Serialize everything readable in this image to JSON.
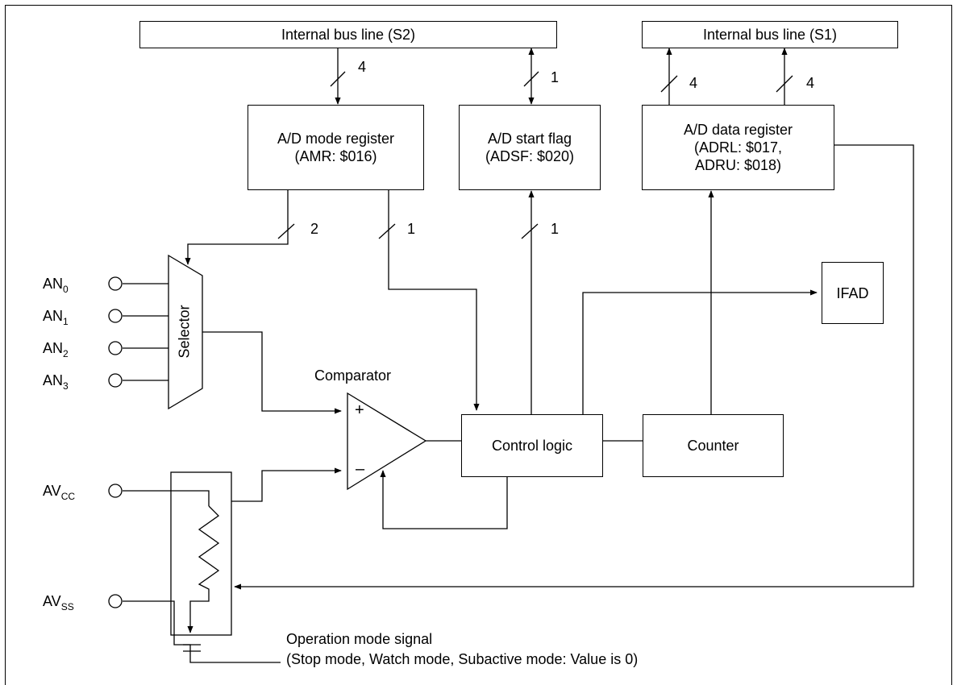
{
  "blocks": {
    "bus_s2": "Internal bus line (S2)",
    "bus_s1": "Internal bus line (S1)",
    "amr": "A/D mode register\n(AMR:  $016)",
    "adsf": "A/D start flag\n(ADSF: $020)",
    "adr": "A/D data register\n(ADRL:  $017,\nADRU:  $018)",
    "ifad": "IFAD",
    "control": "Control logic",
    "counter": "Counter",
    "selector": "Selector",
    "comparator": "Comparator"
  },
  "bus_widths": {
    "s2_to_amr": "4",
    "s2_adsf": "1",
    "adr_to_s1_left": "4",
    "adr_to_s1_right": "4",
    "amr_to_selector": "2",
    "amr_to_control": "1",
    "control_to_adsf": "1"
  },
  "comparator_inputs": {
    "plus": "+",
    "minus": "–"
  },
  "pins": {
    "an0": {
      "base": "AN",
      "sub": "0"
    },
    "an1": {
      "base": "AN",
      "sub": "1"
    },
    "an2": {
      "base": "AN",
      "sub": "2"
    },
    "an3": {
      "base": "AN",
      "sub": "3"
    },
    "avcc": {
      "base": "AV",
      "sub": "CC"
    },
    "avss": {
      "base": "AV",
      "sub": "SS"
    }
  },
  "note": {
    "line1": "Operation mode signal",
    "line2": "(Stop mode, Watch mode, Subactive mode: Value is 0)"
  }
}
